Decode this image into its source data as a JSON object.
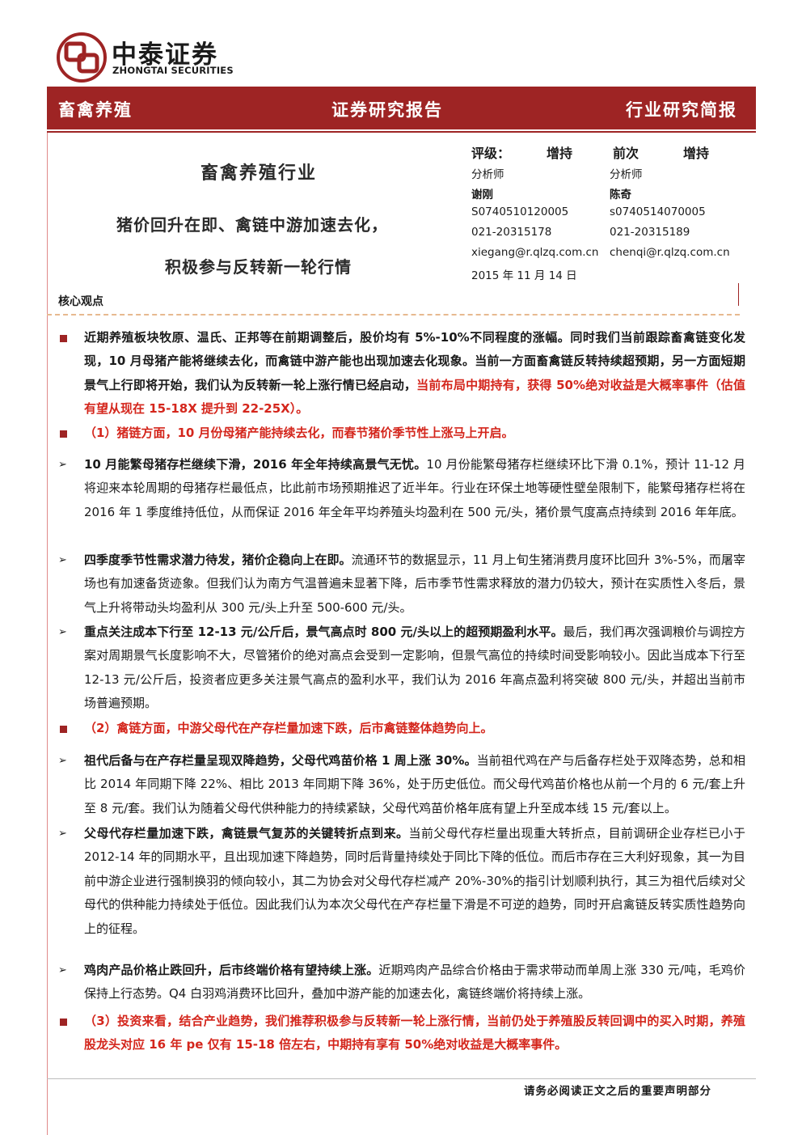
{
  "brand": {
    "name_cn": "中泰证券",
    "name_en": "ZHONGTAI SECURITIES",
    "color": "#9e2424"
  },
  "banner": {
    "left": "畜禽养殖",
    "middle": "证券研究报告",
    "right": "行业研究简报"
  },
  "title": {
    "industry": "畜禽养殖行业",
    "headline_line1": "猪价回升在即、禽链中游加速去化，",
    "headline_line2": "积极参与反转新一轮行情"
  },
  "rating": {
    "label": "评级：",
    "current": "增持",
    "previous_label": "前次",
    "previous": "增持"
  },
  "analysts": [
    {
      "role": "分析师",
      "name": "谢刚",
      "cert": "S0740510120005",
      "phone": "021-20315178",
      "email": "xiegang@r.qlzq.com.cn"
    },
    {
      "role": "分析师",
      "name": "陈奇",
      "cert": "s0740514070005",
      "phone": "021-20315189",
      "email": "chenqi@r.qlzq.com.cn"
    }
  ],
  "date": "2015 年 11 月 14 日",
  "core": {
    "heading": "核心观点",
    "intro_black": "近期养殖板块牧原、温氏、正邦等在前期调整后，股价均有 5%-10%不同程度的涨幅。同时我们当前跟踪畜禽链变化发现，10 月母猪产能将继续去化，而禽链中游产能也出现加速去化现象。当前一方面畜禽链反转持续超预期，另一方面短期景气上行即将开始，我们认为反转新一轮上涨行情已经启动，",
    "intro_red": "当前布局中期持有，获得 50%绝对收益是大概率事件（估值有望从现在 15-18X 提升到 22-25X）。",
    "sec1": "（1）猪链方面，10 月份母猪产能持续去化，而春节猪价季节性上涨马上开启。",
    "p1_bold": "10 月能繁母猪存栏继续下滑，2016 年全年持续高景气无忧。",
    "p1_text": "10 月份能繁母猪存栏继续环比下滑 0.1%，预计 11-12 月将迎来本轮周期的母猪存栏最低点，比此前市场预期推迟了近半年。行业在环保土地等硬性壁垒限制下，能繁母猪存栏将在 2016 年 1 季度维持低位，从而保证 2016 年全年平均养殖头均盈利在 500 元/头，猪价景气度高点持续到 2016 年年底。",
    "p2_bold": "四季度季节性需求潜力待发，猪价企稳向上在即。",
    "p2_text": "流通环节的数据显示，11 月上旬生猪消费月度环比回升 3%-5%，而屠宰场也有加速备货迹象。但我们认为南方气温普遍未显著下降，后市季节性需求释放的潜力仍较大，预计在实质性入冬后，景气上升将带动头均盈利从 300 元/头上升至 500-600 元/头。",
    "p3_bold": "重点关注成本下行至 12-13 元/公斤后，景气高点时 800 元/头以上的超预期盈利水平。",
    "p3_text": "最后，我们再次强调粮价与调控方案对周期景气长度影响不大，尽管猪价的绝对高点会受到一定影响，但景气高位的持续时间受影响较小。因此当成本下行至 12-13 元/公斤后，投资者应更多关注景气高点的盈利水平，我们认为 2016 年高点盈利将突破 800 元/头，并超出当前市场普遍预期。",
    "sec2": "（2）禽链方面，中游父母代在产存栏量加速下跌，后市禽链整体趋势向上。",
    "p4_bold": "祖代后备与在产存栏量呈现双降趋势，父母代鸡苗价格 1 周上涨 30%。",
    "p4_text": "当前祖代鸡在产与后备存栏处于双降态势，总和相比 2014 年同期下降 22%、相比 2013 年同期下降 36%，处于历史低位。而父母代鸡苗价格也从前一个月的 6 元/套上升至 8 元/套。我们认为随着父母代供种能力的持续紧缺，父母代鸡苗价格年底有望上升至成本线 15 元/套以上。",
    "p5_bold": "父母代存栏量加速下跌，禽链景气复苏的关键转折点到来。",
    "p5_text": "当前父母代存栏量出现重大转折点，目前调研企业存栏已小于 2012-14 年的同期水平，且出现加速下降趋势，同时后背量持续处于同比下降的低位。而后市存在三大利好现象，其一为目前中游企业进行强制换羽的倾向较小，其二为协会对父母代存栏减产 20%-30%的指引计划顺利执行，其三为祖代后续对父母代的供种能力持续处于低位。因此我们认为本次父母代在产存栏量下滑是不可逆的趋势，同时开启禽链反转实质性趋势向上的征程。",
    "p6_bold": "鸡肉产品价格止跌回升，后市终端价格有望持续上涨。",
    "p6_text": "近期鸡肉产品综合价格由于需求带动而单周上涨 330 元/吨，毛鸡价保持上行态势。Q4 白羽鸡消费环比回升，叠加中游产能的加速去化，禽链终端价将持续上涨。",
    "sec3": "（3）投资来看，结合产业趋势，我们推荐积极参与反转新一轮上涨行情，当前仍处于养殖股反转回调中的买入时期，养殖股龙头对应 16 年 pe 仅有 15-18 倍左右，中期持有享有 50%绝对收益是大概率事件。"
  },
  "footer": {
    "note": "请务必阅读正文之后的重要声明部分"
  },
  "colors": {
    "accent_red": "#d4261c",
    "banner_red": "#9e2424"
  }
}
